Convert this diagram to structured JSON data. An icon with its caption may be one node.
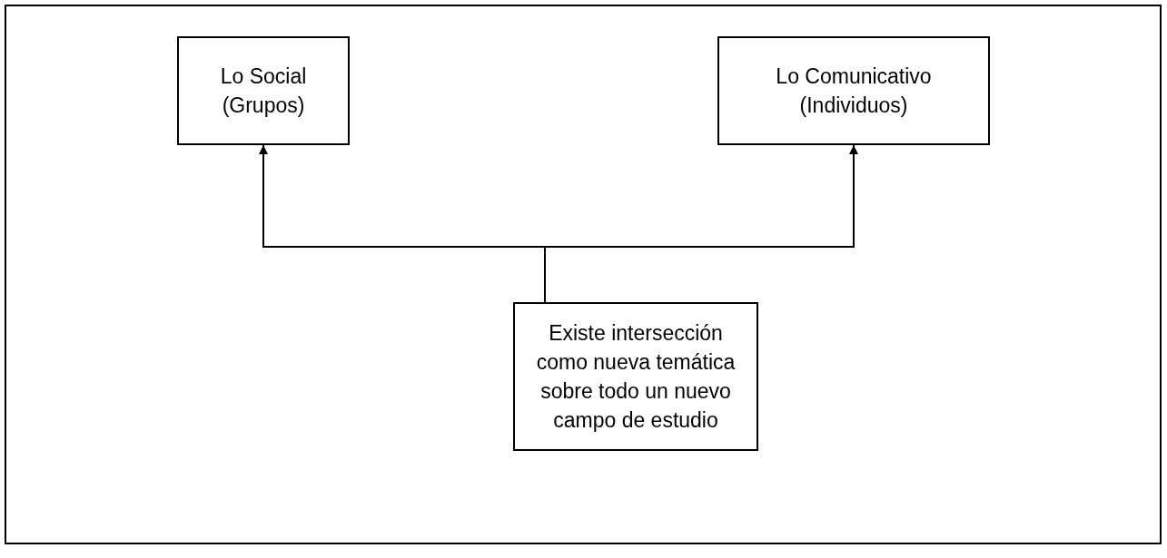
{
  "diagram": {
    "nodes": [
      {
        "text": [
          "Lo Social (Grupos)"
        ]
      },
      {
        "text": [
          "Lo Comunicativo (Individuos)"
        ]
      },
      {
        "text": [
          "Existe intersección como nueva temática sobre todo un nuevo campo de estudio"
        ]
      }
    ],
    "edges": [
      {
        "from": 2,
        "to": 0,
        "arrow": "to"
      },
      {
        "from": 2,
        "to": 1,
        "arrow": "to"
      }
    ]
  }
}
